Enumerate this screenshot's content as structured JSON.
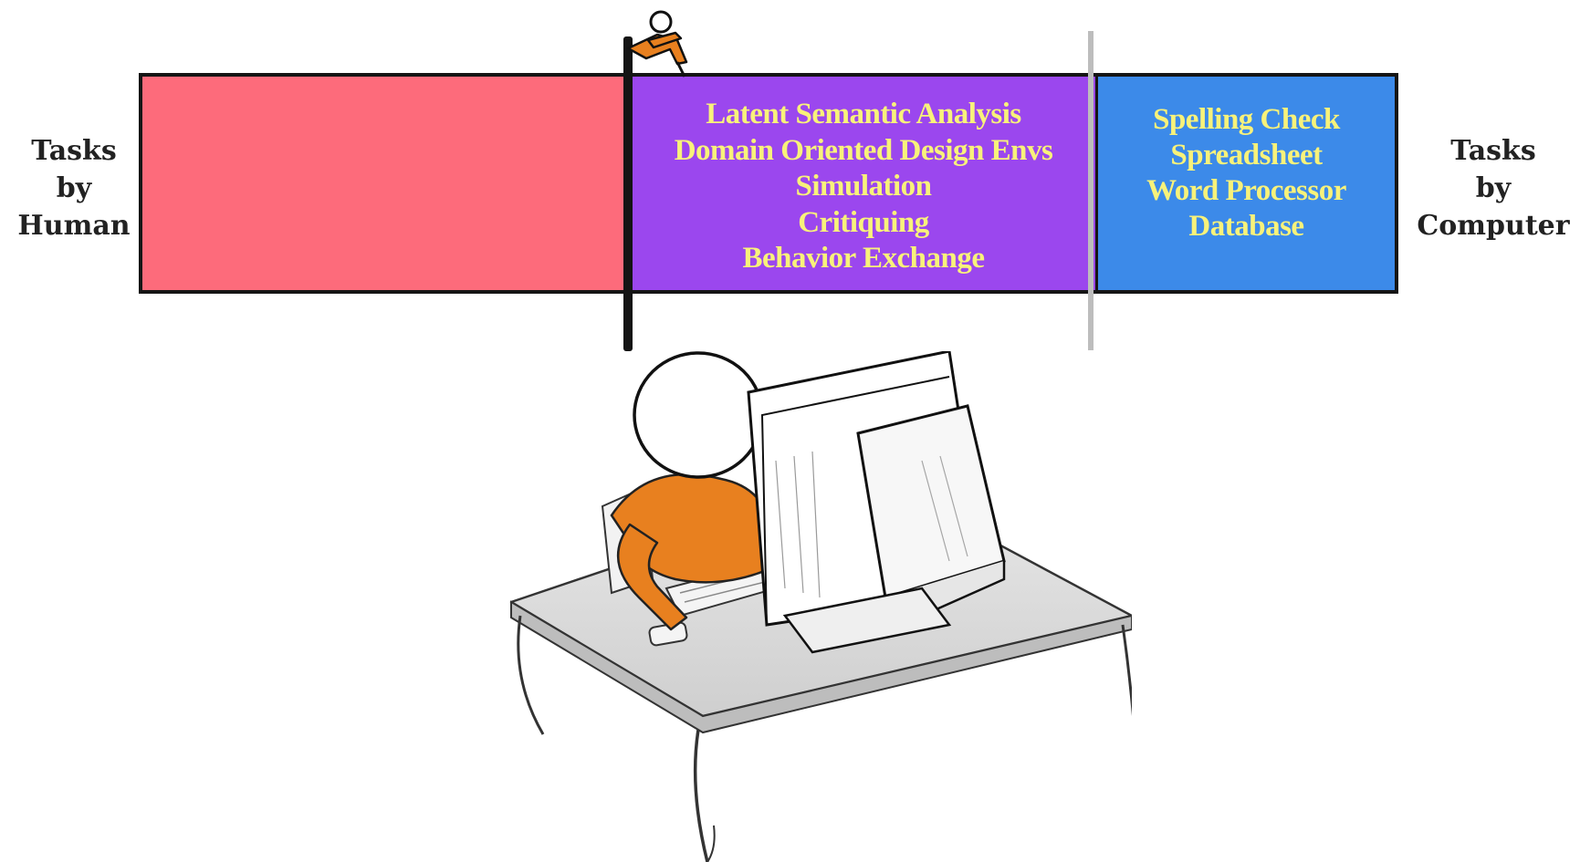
{
  "left_label": {
    "lines": [
      "Tasks",
      "by",
      "Human"
    ]
  },
  "right_label": {
    "lines": [
      "Tasks",
      "by",
      "Computer"
    ]
  },
  "spectrum": {
    "human_segment": {
      "color": "#fd6b7b"
    },
    "shared_segment": {
      "color": "#9b47ee",
      "text_color": "#f8f27a",
      "items": [
        "Latent Semantic Analysis",
        "Domain Oriented Design Envs",
        "Simulation",
        "Critiquing",
        "Behavior Exchange"
      ]
    },
    "computer_segment": {
      "color": "#3c8ae9",
      "text_color": "#f8f27a",
      "items": [
        "Spelling Check",
        "Spreadsheet",
        "Word Processor",
        "Database"
      ]
    }
  },
  "illustration": {
    "subject": "person working at a computer desk",
    "shirt_color": "#e8801f"
  }
}
